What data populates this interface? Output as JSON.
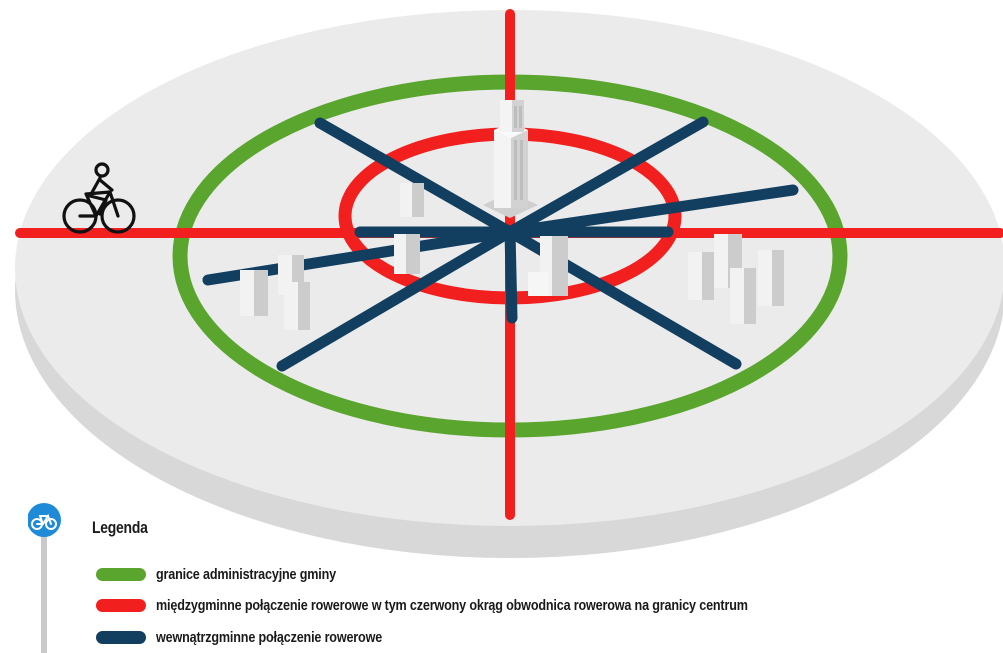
{
  "legend": {
    "title": "Legenda",
    "items": [
      {
        "label": "granice administracyjne gminy",
        "color": "#5aa52e"
      },
      {
        "label": "międzygminne połączenie rowerowe w tym czerwony okrąg obwodnica rowerowa na granicy centrum",
        "color": "#f21f1f"
      },
      {
        "label": "wewnątrzgminne połączenie rowerowe",
        "color": "#123f60"
      }
    ]
  },
  "colors": {
    "disc_top": "#ebebeb",
    "disc_edge": "#d6d6d6",
    "green": "#5aa52e",
    "red": "#f21f1f",
    "navy": "#123f60",
    "sign_blue": "#1e8ad8"
  },
  "icons": [
    "cyclist-icon",
    "bicycle-road-sign-icon",
    "tower-building-icon",
    "apartment-building-icon",
    "factory-building-icon"
  ]
}
